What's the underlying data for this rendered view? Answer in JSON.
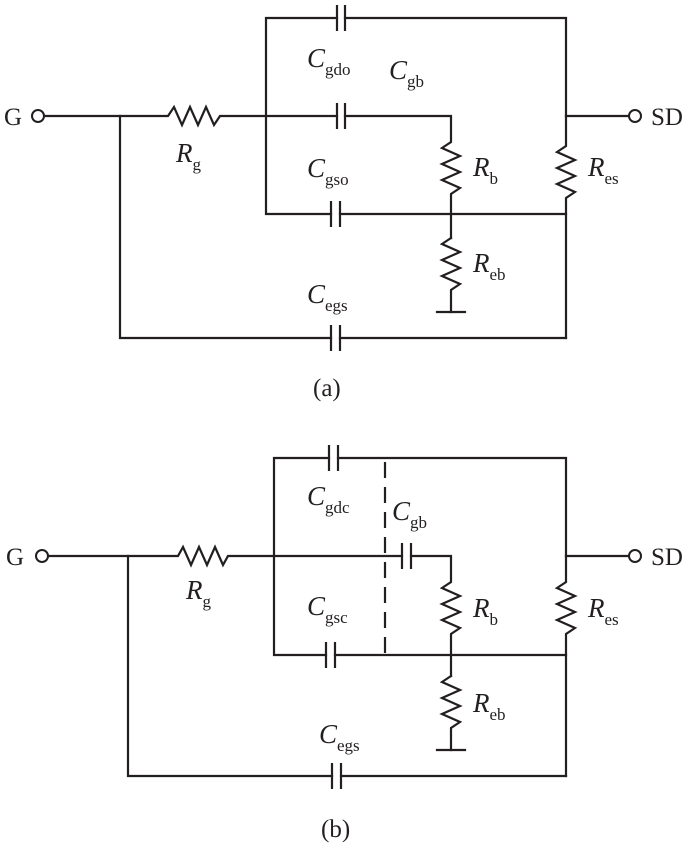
{
  "diagram_a": {
    "caption": "(a)",
    "node_g": "G",
    "node_sd": "SD",
    "labels": {
      "cgdo": {
        "main": "C",
        "sub": "gdo"
      },
      "cgb": {
        "main": "C",
        "sub": "gb"
      },
      "rg": {
        "main": "R",
        "sub": "g"
      },
      "cgso": {
        "main": "C",
        "sub": "gso"
      },
      "rb": {
        "main": "R",
        "sub": "b"
      },
      "res": {
        "main": "R",
        "sub": "es"
      },
      "reb": {
        "main": "R",
        "sub": "eb"
      },
      "cegs": {
        "main": "C",
        "sub": "egs"
      }
    }
  },
  "diagram_b": {
    "caption": "(b)",
    "node_g": "G",
    "node_sd": "SD",
    "labels": {
      "cgdc": {
        "main": "C",
        "sub": "gdc"
      },
      "cgb": {
        "main": "C",
        "sub": "gb"
      },
      "rg": {
        "main": "R",
        "sub": "g"
      },
      "cgsc": {
        "main": "C",
        "sub": "gsc"
      },
      "rb": {
        "main": "R",
        "sub": "b"
      },
      "res": {
        "main": "R",
        "sub": "es"
      },
      "reb": {
        "main": "R",
        "sub": "eb"
      },
      "cegs": {
        "main": "C",
        "sub": "egs"
      }
    }
  }
}
